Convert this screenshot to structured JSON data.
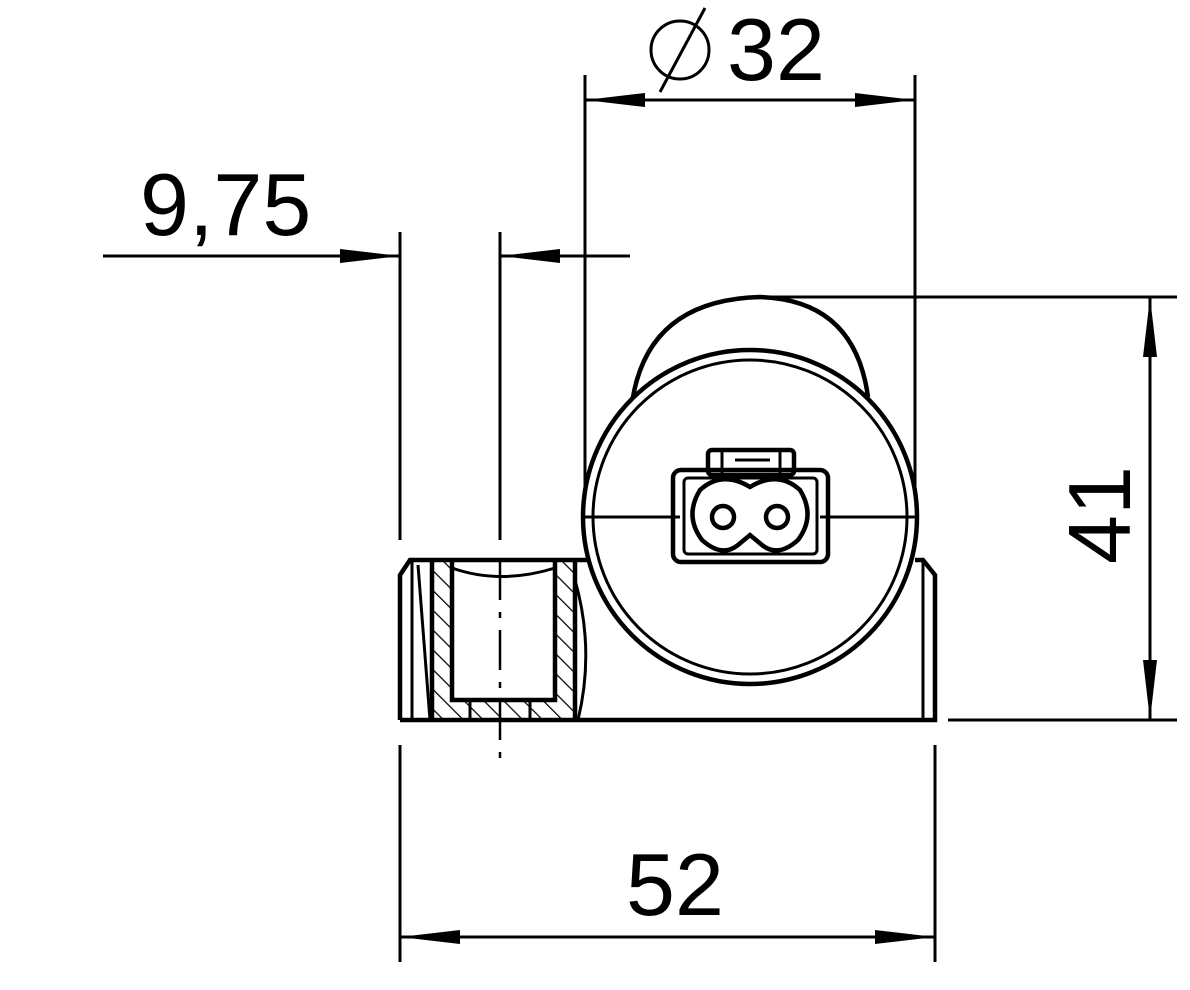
{
  "dimensions": {
    "diameter": {
      "symbol": "⌀",
      "value": "32"
    },
    "offset": "9,75",
    "height": "41",
    "width": "52"
  },
  "colors": {
    "line": "#000000",
    "background": "#ffffff"
  }
}
